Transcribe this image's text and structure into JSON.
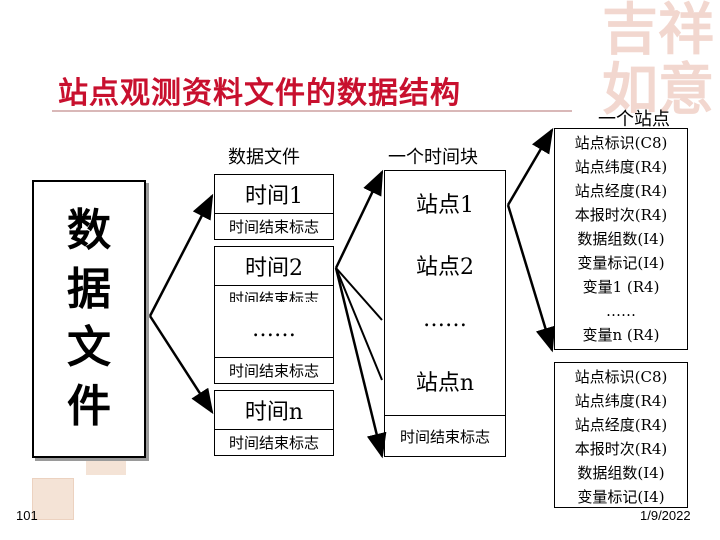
{
  "title": "站点观测资料文件的数据结构",
  "left_box": {
    "chars": [
      "数",
      "据",
      "文",
      "件"
    ]
  },
  "col1": {
    "header": "数据文件",
    "items": [
      "时间1",
      "时间结束标志",
      "时间2",
      "时间结束标志",
      "……",
      "时间结束标志",
      "时间n",
      "时间结束标志"
    ]
  },
  "col2": {
    "header": "一个时间块",
    "items": [
      "站点1",
      "站点2",
      "……",
      "站点n",
      "时间结束标志"
    ]
  },
  "col3": {
    "header": "一个站点",
    "block1": [
      "站点标识(C8)",
      "站点纬度(R4)",
      "站点经度(R4)",
      "本报时次(R4)",
      "数据组数(I4)",
      "变量标记(I4)",
      "变量1 (R4)",
      "……",
      "变量n (R4)"
    ],
    "block2": [
      "站点标识(C8)",
      "站点纬度(R4)",
      "站点经度(R4)",
      "本报时次(R4)",
      "数据组数(I4)",
      "变量标记(I4)"
    ]
  },
  "footer": {
    "page": "101",
    "date": "1/9/2022"
  },
  "colors": {
    "title": "#c8102e",
    "border": "#000000"
  }
}
